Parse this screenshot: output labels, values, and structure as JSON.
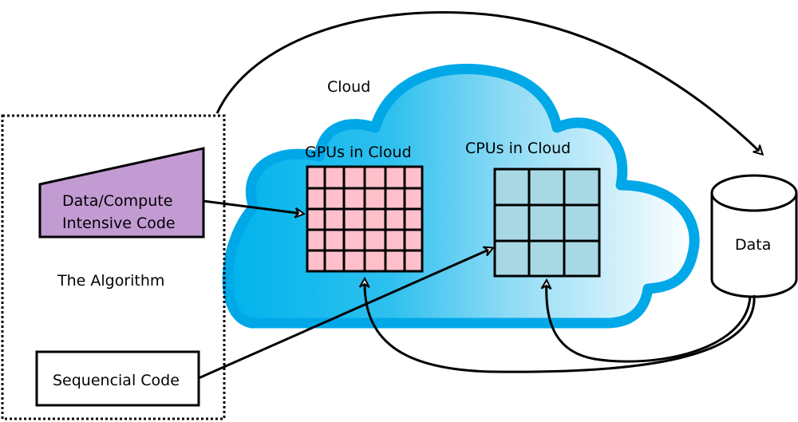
{
  "labels": {
    "cloud": "Cloud",
    "gpus": "GPUs in Cloud",
    "cpus": "CPUs in Cloud",
    "data": "Data",
    "algorithm": "The Algorithm",
    "intensive_line1": "Data/Compute",
    "intensive_line2": "Intensive Code",
    "sequential": "Sequencial Code"
  },
  "colors": {
    "cloud_outline": "#00a8e8",
    "cloud_fill_start": "#00b4ec",
    "cloud_fill_end": "#ffffff",
    "gpu_cell": "#ffc0cb",
    "cpu_cell": "#a9d8e5",
    "intensive_box": "#c39bd3"
  }
}
